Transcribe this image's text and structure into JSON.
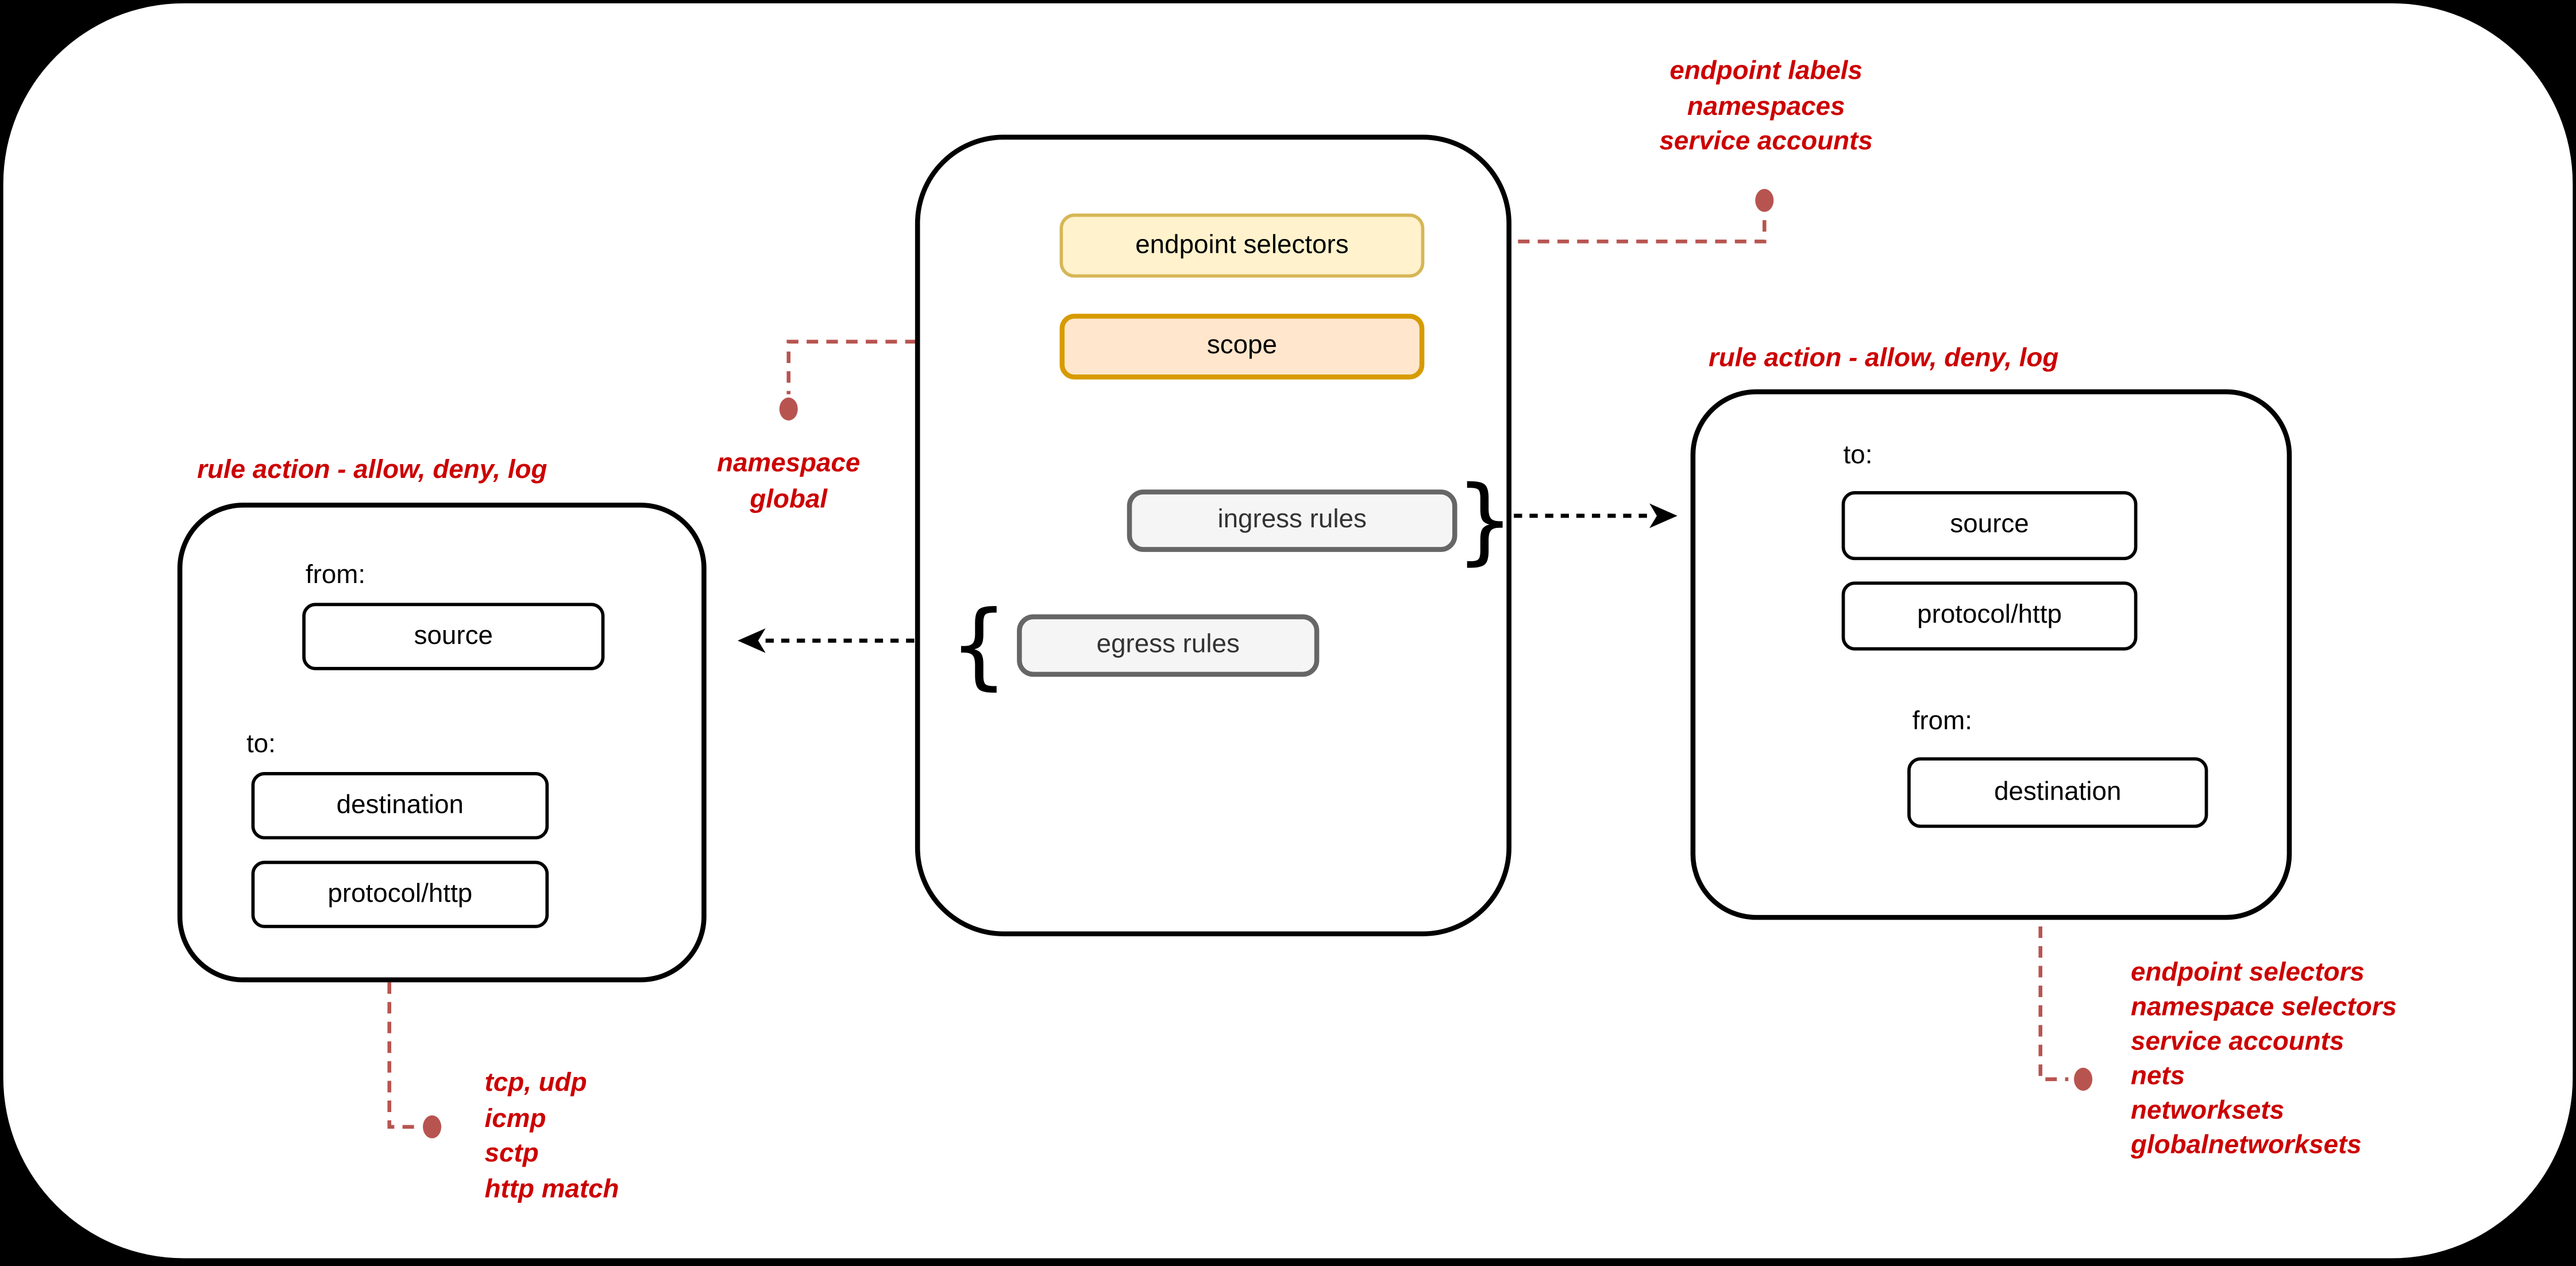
{
  "colors": {
    "background": "#000000",
    "canvas": "#ffffff",
    "red_text": "#CC0000",
    "connector_red": "#B85450",
    "yellow_fill": "#FFF2CC",
    "yellow_stroke": "#D6B656",
    "orange_fill": "#FFE6CC",
    "orange_stroke": "#D79B00",
    "gray_fill": "#F5F5F5",
    "gray_stroke": "#666666"
  },
  "policy_box": {
    "endpoint_selectors": "endpoint selectors",
    "scope": "scope",
    "ingress_rules": "ingress rules",
    "egress_rules": "egress rules",
    "ingress_brace": "}",
    "egress_brace": "{"
  },
  "egress_rule_box": {
    "label": "rule action - allow, deny, log",
    "from_label": "from:",
    "source": "source",
    "to_label": "to:",
    "destination": "destination",
    "protocol": "protocol/http"
  },
  "ingress_rule_box": {
    "label": "rule action - allow, deny, log",
    "to_label": "to:",
    "source": "source",
    "protocol": "protocol/http",
    "from_label": "from:",
    "destination": "destination"
  },
  "annotations": {
    "endpoint_selector_options": {
      "lines": [
        "endpoint labels",
        "namespaces",
        "service accounts"
      ]
    },
    "scope_options": {
      "lines": [
        "namespace",
        "global"
      ]
    },
    "protocol_options": {
      "lines": [
        "tcp, udp",
        "icmp",
        "sctp",
        "http match"
      ]
    },
    "destination_options": {
      "lines": [
        "endpoint selectors",
        "namespace selectors",
        "service accounts",
        "nets",
        "networksets",
        "globalnetworksets"
      ]
    }
  }
}
